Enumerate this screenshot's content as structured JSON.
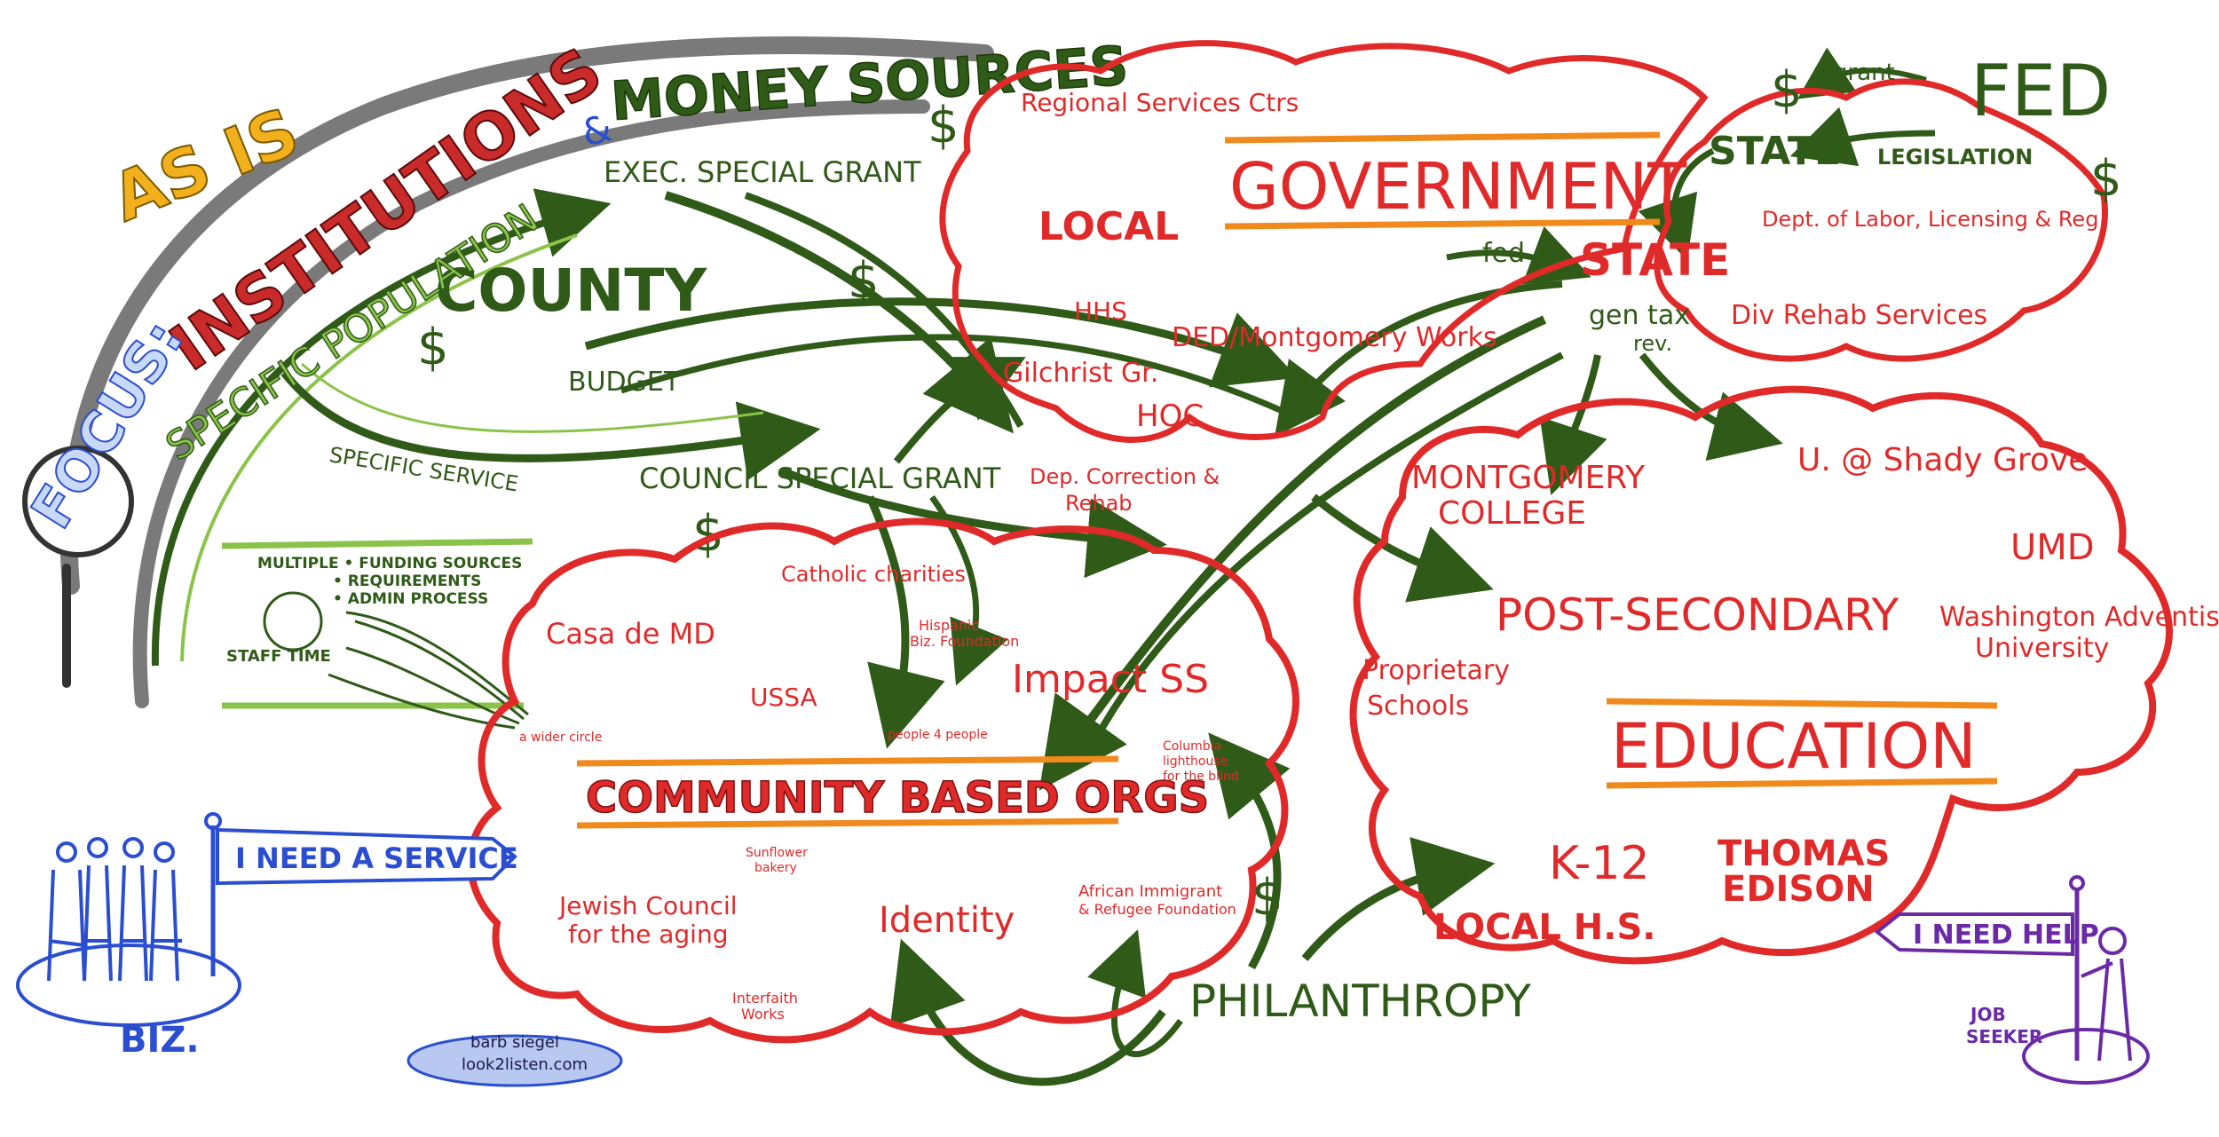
{
  "header": {
    "as_is": "AS IS",
    "focus": "FOCUS:",
    "institutions": "INSTITUTIONS",
    "amp": "&",
    "money_sources": "MONEY SOURCES"
  },
  "county": {
    "title": "COUNTY",
    "dollar": "$",
    "specific_population": "SPECIFIC POPULATION",
    "exec_special_grant": "EXEC. SPECIAL GRANT",
    "budget": "BUDGET",
    "specific_service": "SPECIFIC SERVICE",
    "council_special_grant": "COUNCIL SPECIAL GRANT",
    "dollar2": "$",
    "dollar3": "$",
    "dollar4": "$"
  },
  "funding_box": {
    "line1": "MULTIPLE • FUNDING SOURCES",
    "line2": "• REQUIREMENTS",
    "line3": "• ADMIN PROCESS",
    "staff_time": "STAFF TIME"
  },
  "government": {
    "title": "GOVERNMENT",
    "regional": "Regional Services Ctrs",
    "local": "LOCAL",
    "hhs": "HHS",
    "ded": "DED/Montgomery Works",
    "gilchrist": "Gilchrist Gr.",
    "hoc": "HOC",
    "dep_correction": "Dep. Correction &",
    "rehab": "Rehab",
    "fed_label": "fed",
    "state": "STATE",
    "gen_tax": "gen tax",
    "rev": "rev.",
    "dollar": "$"
  },
  "fed_state": {
    "dollar_grant": "$",
    "grant": "grant",
    "fed": "FED",
    "fed_dollar": "$",
    "state": "STATE",
    "legislation": "LEGISLATION",
    "dept_labor": "Dept. of Labor, Licensing & Reg.",
    "div_rehab": "Div Rehab Services"
  },
  "cbo": {
    "title": "COMMUNITY BASED ORGS",
    "catholic": "Catholic charities",
    "casa": "Casa de MD",
    "hispanic1": "Hispanic",
    "hispanic2": "Biz. Foundation",
    "ussa": "USSA",
    "impact": "Impact SS",
    "wider_circle": "a wider circle",
    "people_people": "people 4 people",
    "columbia1": "Columbia",
    "columbia2": "lighthouse",
    "columbia3": "for the blind",
    "sunflower1": "Sunflower",
    "sunflower2": "bakery",
    "jewish1": "Jewish Council",
    "jewish2": "for the aging",
    "identity": "Identity",
    "african1": "African Immigrant",
    "african2": "& Refugee Foundation",
    "interfaith1": "Interfaith",
    "interfaith2": "Works"
  },
  "education": {
    "montgomery_college1": "MONTGOMERY",
    "montgomery_college2": "COLLEGE",
    "shady_grove": "U. @ Shady Grove",
    "umd": "UMD",
    "post_secondary": "POST-SECONDARY",
    "washington1": "Washington Adventist",
    "washington2": "University",
    "proprietary1": "Proprietary",
    "proprietary2": "Schools",
    "title": "EDUCATION",
    "k12": "K-12",
    "thomas1": "THOMAS",
    "thomas2": "EDISON",
    "local_hs": "LOCAL H.S."
  },
  "philanthropy": {
    "label": "PHILANTHROPY",
    "dollar": "$"
  },
  "biz": {
    "need_service": "I NEED A SERVICE",
    "label": "BIZ."
  },
  "job_seeker": {
    "need_help": "I NEED HELP",
    "label1": "JOB",
    "label2": "SEEKER"
  },
  "credit": {
    "line1": "barb siegel",
    "line2": "look2listen.com"
  },
  "colors": {
    "red": "#e02a2a",
    "orange": "#f08a1c",
    "green_dark": "#2f5a18",
    "green_light": "#8bc34a",
    "blue": "#2a4ecf",
    "purple": "#6a2aa6",
    "gray": "#8a8a8a",
    "yellow": "#f2b01c"
  }
}
